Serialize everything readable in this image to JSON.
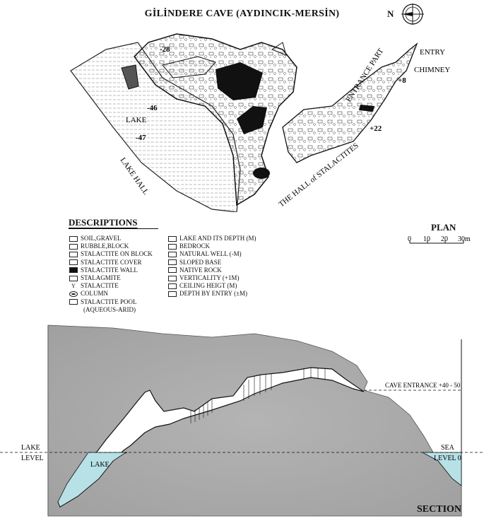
{
  "title": "GİLİNDERE CAVE (AYDINCIK-MERSİN)",
  "compass_letter": "N",
  "plan_labels": {
    "entry": "ENTRY",
    "chimney": "CHIMNEY",
    "entrance_part": "ENTRANCE PART",
    "hall_of_stalactites": "THE HALL of STALACTITES",
    "lake": "LAKE",
    "lake_hall": "LAKE HALL"
  },
  "depth_labels": [
    "-28",
    "-46",
    "-47",
    "+8",
    "+22"
  ],
  "plan_heading": "PLAN",
  "scale_ticks": [
    "0",
    "10",
    "20",
    "30m"
  ],
  "descriptions_heading": "DESCRIPTIONS",
  "legend_left": [
    "SOIL,GRAVEL",
    "RUBBLE,BLOCK",
    "STALACTITE ON BLOCK",
    "STALACTITE COVER",
    "STALACTITE WALL",
    "STALAGMITE",
    "STALACTITE",
    "COLUMN",
    "STALACTITE POOL",
    "(AQUEOUS-ARID)"
  ],
  "legend_right": [
    "LAKE AND ITS DEPTH (M)",
    "BEDROCK",
    "NATURAL WELL (-M)",
    "SLOPED BASE",
    "NATIVE ROCK",
    "VERTICALITY (+1M)",
    "CEILING HEIGT (M)",
    "DEPTH BY ENTRY (±M)"
  ],
  "section_labels": {
    "cave_entrance": "CAVE ENTRANCE +40 - 50",
    "lake_level_1": "LAKE",
    "lake_level_2": "LEVEL",
    "lake": "LAKE",
    "sea_1": "SEA",
    "sea_2": "LEVEL 0",
    "section_heading": "SECTION"
  },
  "colors": {
    "rock": "#a9a9a9",
    "lake_water": "#b7e1e6",
    "cave_void": "#ffffff",
    "ink": "#111111"
  }
}
